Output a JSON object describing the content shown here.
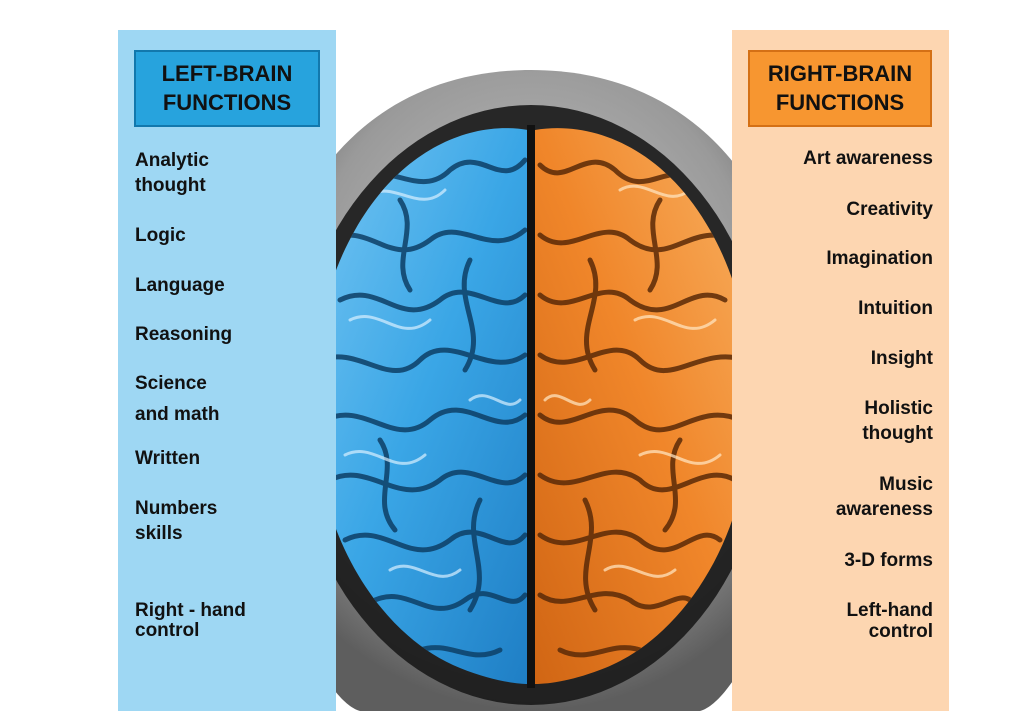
{
  "left_panel": {
    "title": "LEFT-BRAIN\nFUNCTIONS",
    "items": [
      "Analytic\nthought",
      "Logic",
      "Language",
      "Reasoning",
      "Science\nand math",
      "Written",
      "Numbers\nskills",
      "Right - hand\ncontrol"
    ]
  },
  "right_panel": {
    "title": "RIGHT-BRAIN\nFUNCTIONS",
    "items": [
      "Art awareness",
      "Creativity",
      "Imagination",
      "Intuition",
      "Insight",
      "Holistic\nthought",
      "Music\nawareness",
      "3-D forms",
      "Left-hand\ncontrol"
    ]
  },
  "colors": {
    "left_panel_bg": "#9ed7f3",
    "left_title_bg": "#27a3dd",
    "right_panel_bg": "#fdd6b1",
    "right_title_bg": "#f79630",
    "left_hemisphere": "#3aa6e6",
    "right_hemisphere": "#f0862a",
    "head": "#8f8f8f"
  }
}
